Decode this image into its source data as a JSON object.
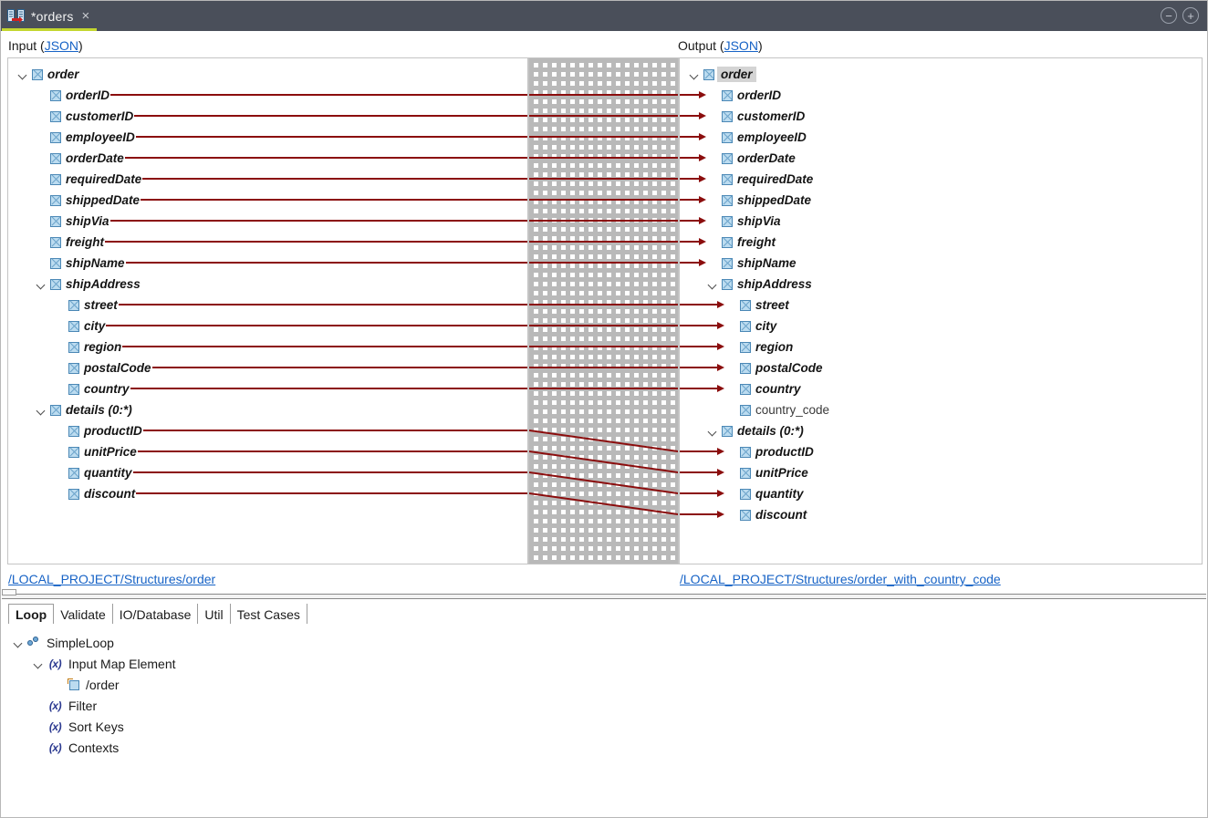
{
  "window": {
    "tab_title": "*orders",
    "tab_icon": "map-transform-icon",
    "close_icon": "×",
    "minimize_label": "−",
    "maximize_label": "+",
    "accent_color": "#c3d62f",
    "titlebar_color": "#4a4f5a",
    "link_color": "#1763c6",
    "mapping_line_color": "#8b0d0d"
  },
  "input_pane": {
    "label_prefix": "Input (",
    "label_link": "JSON",
    "label_suffix": ")",
    "footer_link": "/LOCAL_PROJECT/Structures/order",
    "nodes": [
      {
        "label": "order",
        "depth": 0,
        "twisty": "expanded",
        "mapped": false,
        "style": "bold-italic"
      },
      {
        "label": "orderID",
        "depth": 1,
        "twisty": "none",
        "mapped": true,
        "style": "bold-italic"
      },
      {
        "label": "customerID",
        "depth": 1,
        "twisty": "none",
        "mapped": true,
        "style": "bold-italic"
      },
      {
        "label": "employeeID",
        "depth": 1,
        "twisty": "none",
        "mapped": true,
        "style": "bold-italic"
      },
      {
        "label": "orderDate",
        "depth": 1,
        "twisty": "none",
        "mapped": true,
        "style": "bold-italic"
      },
      {
        "label": "requiredDate",
        "depth": 1,
        "twisty": "none",
        "mapped": true,
        "style": "bold-italic"
      },
      {
        "label": "shippedDate",
        "depth": 1,
        "twisty": "none",
        "mapped": true,
        "style": "bold-italic"
      },
      {
        "label": "shipVia",
        "depth": 1,
        "twisty": "none",
        "mapped": true,
        "style": "bold-italic"
      },
      {
        "label": "freight",
        "depth": 1,
        "twisty": "none",
        "mapped": true,
        "style": "bold-italic"
      },
      {
        "label": "shipName",
        "depth": 1,
        "twisty": "none",
        "mapped": true,
        "style": "bold-italic"
      },
      {
        "label": "shipAddress",
        "depth": 1,
        "twisty": "expanded",
        "mapped": false,
        "style": "bold-italic"
      },
      {
        "label": "street",
        "depth": 2,
        "twisty": "none",
        "mapped": true,
        "style": "bold-italic"
      },
      {
        "label": "city",
        "depth": 2,
        "twisty": "none",
        "mapped": true,
        "style": "bold-italic"
      },
      {
        "label": "region",
        "depth": 2,
        "twisty": "none",
        "mapped": true,
        "style": "bold-italic"
      },
      {
        "label": "postalCode",
        "depth": 2,
        "twisty": "none",
        "mapped": true,
        "style": "bold-italic"
      },
      {
        "label": "country",
        "depth": 2,
        "twisty": "none",
        "mapped": true,
        "style": "bold-italic"
      },
      {
        "label": "details (0:*)",
        "depth": 1,
        "twisty": "expanded",
        "mapped": false,
        "style": "bold-italic"
      },
      {
        "label": "productID",
        "depth": 2,
        "twisty": "none",
        "mapped": true,
        "style": "bold-italic"
      },
      {
        "label": "unitPrice",
        "depth": 2,
        "twisty": "none",
        "mapped": true,
        "style": "bold-italic"
      },
      {
        "label": "quantity",
        "depth": 2,
        "twisty": "none",
        "mapped": true,
        "style": "bold-italic"
      },
      {
        "label": "discount",
        "depth": 2,
        "twisty": "none",
        "mapped": true,
        "style": "bold-italic"
      }
    ]
  },
  "output_pane": {
    "label_prefix": "Output (",
    "label_link": "JSON",
    "label_suffix": ")",
    "footer_link": "/LOCAL_PROJECT/Structures/order_with_country_code",
    "nodes": [
      {
        "label": "order",
        "depth": 0,
        "twisty": "expanded",
        "mapped": false,
        "style": "bold-italic",
        "selected": true
      },
      {
        "label": "orderID",
        "depth": 1,
        "twisty": "none",
        "mapped": true,
        "style": "bold-italic"
      },
      {
        "label": "customerID",
        "depth": 1,
        "twisty": "none",
        "mapped": true,
        "style": "bold-italic"
      },
      {
        "label": "employeeID",
        "depth": 1,
        "twisty": "none",
        "mapped": true,
        "style": "bold-italic"
      },
      {
        "label": "orderDate",
        "depth": 1,
        "twisty": "none",
        "mapped": true,
        "style": "bold-italic"
      },
      {
        "label": "requiredDate",
        "depth": 1,
        "twisty": "none",
        "mapped": true,
        "style": "bold-italic"
      },
      {
        "label": "shippedDate",
        "depth": 1,
        "twisty": "none",
        "mapped": true,
        "style": "bold-italic"
      },
      {
        "label": "shipVia",
        "depth": 1,
        "twisty": "none",
        "mapped": true,
        "style": "bold-italic"
      },
      {
        "label": "freight",
        "depth": 1,
        "twisty": "none",
        "mapped": true,
        "style": "bold-italic"
      },
      {
        "label": "shipName",
        "depth": 1,
        "twisty": "none",
        "mapped": true,
        "style": "bold-italic"
      },
      {
        "label": "shipAddress",
        "depth": 1,
        "twisty": "expanded",
        "mapped": false,
        "style": "bold-italic"
      },
      {
        "label": "street",
        "depth": 2,
        "twisty": "none",
        "mapped": true,
        "style": "bold-italic"
      },
      {
        "label": "city",
        "depth": 2,
        "twisty": "none",
        "mapped": true,
        "style": "bold-italic"
      },
      {
        "label": "region",
        "depth": 2,
        "twisty": "none",
        "mapped": true,
        "style": "bold-italic"
      },
      {
        "label": "postalCode",
        "depth": 2,
        "twisty": "none",
        "mapped": true,
        "style": "bold-italic"
      },
      {
        "label": "country",
        "depth": 2,
        "twisty": "none",
        "mapped": true,
        "style": "bold-italic"
      },
      {
        "label": "country_code",
        "depth": 2,
        "twisty": "none",
        "mapped": false,
        "style": "plain"
      },
      {
        "label": "details (0:*)",
        "depth": 1,
        "twisty": "expanded",
        "mapped": false,
        "style": "bold-italic"
      },
      {
        "label": "productID",
        "depth": 2,
        "twisty": "none",
        "mapped": true,
        "style": "bold-italic"
      },
      {
        "label": "unitPrice",
        "depth": 2,
        "twisty": "none",
        "mapped": true,
        "style": "bold-italic"
      },
      {
        "label": "quantity",
        "depth": 2,
        "twisty": "none",
        "mapped": true,
        "style": "bold-italic"
      },
      {
        "label": "discount",
        "depth": 2,
        "twisty": "none",
        "mapped": true,
        "style": "bold-italic"
      }
    ]
  },
  "mappings": [
    {
      "from": "orderID",
      "to": "orderID"
    },
    {
      "from": "customerID",
      "to": "customerID"
    },
    {
      "from": "employeeID",
      "to": "employeeID"
    },
    {
      "from": "orderDate",
      "to": "orderDate"
    },
    {
      "from": "requiredDate",
      "to": "requiredDate"
    },
    {
      "from": "shippedDate",
      "to": "shippedDate"
    },
    {
      "from": "shipVia",
      "to": "shipVia"
    },
    {
      "from": "freight",
      "to": "freight"
    },
    {
      "from": "shipName",
      "to": "shipName"
    },
    {
      "from": "street",
      "to": "street"
    },
    {
      "from": "city",
      "to": "city"
    },
    {
      "from": "region",
      "to": "region"
    },
    {
      "from": "postalCode",
      "to": "postalCode"
    },
    {
      "from": "country",
      "to": "country"
    },
    {
      "from": "productID",
      "to": "productID"
    },
    {
      "from": "unitPrice",
      "to": "unitPrice"
    },
    {
      "from": "quantity",
      "to": "quantity"
    },
    {
      "from": "discount",
      "to": "discount"
    }
  ],
  "bottom_panel": {
    "tabs": [
      {
        "label": "Loop",
        "active": true
      },
      {
        "label": "Validate",
        "active": false
      },
      {
        "label": "IO/Database",
        "active": false
      },
      {
        "label": "Util",
        "active": false
      },
      {
        "label": "Test Cases",
        "active": false
      }
    ],
    "tree": [
      {
        "label": "SimpleLoop",
        "depth": 0,
        "twisty": "expanded",
        "icon": "loop-icon"
      },
      {
        "label": "Input Map Element",
        "depth": 1,
        "twisty": "expanded",
        "icon": "function-icon"
      },
      {
        "label": "/order",
        "depth": 2,
        "twisty": "none",
        "icon": "map-element-icon"
      },
      {
        "label": "Filter",
        "depth": 1,
        "twisty": "none",
        "icon": "function-icon"
      },
      {
        "label": "Sort Keys",
        "depth": 1,
        "twisty": "none",
        "icon": "function-icon"
      },
      {
        "label": "Contexts",
        "depth": 1,
        "twisty": "none",
        "icon": "function-icon"
      }
    ]
  }
}
